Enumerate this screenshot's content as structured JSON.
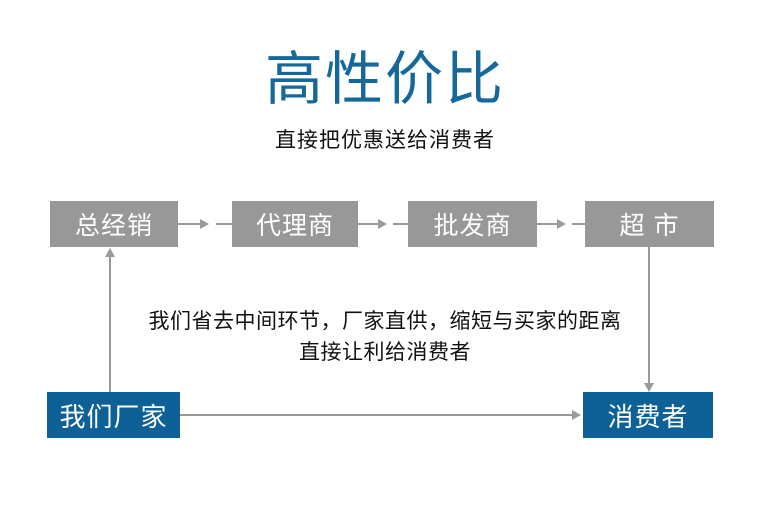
{
  "header": {
    "title": "高性价比",
    "subtitle": "直接把优惠送给消费者",
    "title_color": "#16679a",
    "subtitle_color": "#111111"
  },
  "colors": {
    "chain_box": "#989898",
    "highlight_box": "#0d6196",
    "connector": "#9a9a9a",
    "box_text": "#ffffff",
    "body_text": "#111111",
    "background": "#ffffff"
  },
  "diagram": {
    "type": "flow",
    "traditional_chain": {
      "label_order": [
        "总经销",
        "代理商",
        "批发商",
        "超 市"
      ],
      "nodes": [
        {
          "id": "node-1",
          "label": "总经销",
          "style": "gray"
        },
        {
          "id": "node-2",
          "label": "代理商",
          "style": "gray"
        },
        {
          "id": "node-3",
          "label": "批发商",
          "style": "gray"
        },
        {
          "id": "node-4",
          "label": "超 市",
          "style": "gray"
        }
      ]
    },
    "direct_chain": {
      "nodes": [
        {
          "id": "node-factory",
          "label": "我们厂家",
          "style": "blue"
        },
        {
          "id": "node-consumer",
          "label": "消费者",
          "style": "blue"
        }
      ]
    },
    "connectors": [
      {
        "from": "总经销",
        "to": "代理商",
        "direction": "right"
      },
      {
        "from": "代理商",
        "to": "批发商",
        "direction": "right"
      },
      {
        "from": "批发商",
        "to": "超 市",
        "direction": "right"
      },
      {
        "from": "我们厂家",
        "to": "总经销",
        "direction": "up"
      },
      {
        "from": "超 市",
        "to": "消费者",
        "direction": "down"
      },
      {
        "from": "我们厂家",
        "to": "消费者",
        "direction": "right"
      }
    ],
    "caption": {
      "line1": "我们省去中间环节，厂家直供，缩短与买家的距离",
      "line2": "直接让利给消费者"
    }
  }
}
